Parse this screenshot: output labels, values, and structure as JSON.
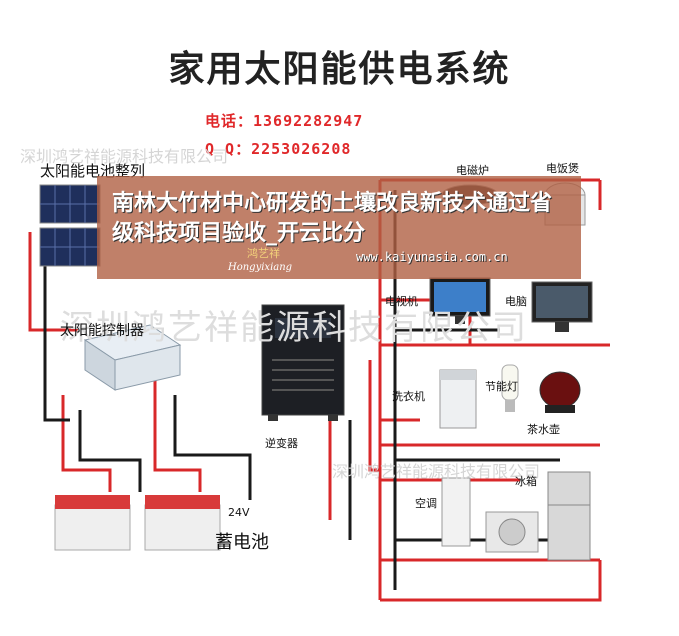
{
  "title": "家用太阳能供电系统",
  "contact": {
    "phone": "电话：13692282947",
    "qq": "Q  Q：2253026208"
  },
  "watermarks": {
    "company": "深圳鸿艺祥能源科技有限公司",
    "company_big": "深圳鸿艺祥能源科技有限公司"
  },
  "banner": {
    "headline": "南林大竹材中心研发的土壤改良新技术通过省级科技项目验收_开云比分",
    "url": "www.kaiyunasia.com.cn",
    "logo_cn": "鸿艺祥",
    "logo_en": "Hongyixiang"
  },
  "labels": {
    "solar_panels": "太阳能电池整列",
    "controller": "太阳能控制器",
    "inverter": "逆变器",
    "battery": "蓄电池",
    "voltage": "24V",
    "induction_cooker": "电磁炉",
    "rice_cooker": "电饭煲",
    "tv": "电视机",
    "computer": "电脑",
    "washer": "洗衣机",
    "energy_lamp": "节能灯",
    "kettle": "茶水壶",
    "aircon": "空调",
    "fridge": "冰箱"
  },
  "colors": {
    "wire_red": "#d8282a",
    "wire_black": "#1a1a1a",
    "banner": "#b06044"
  }
}
